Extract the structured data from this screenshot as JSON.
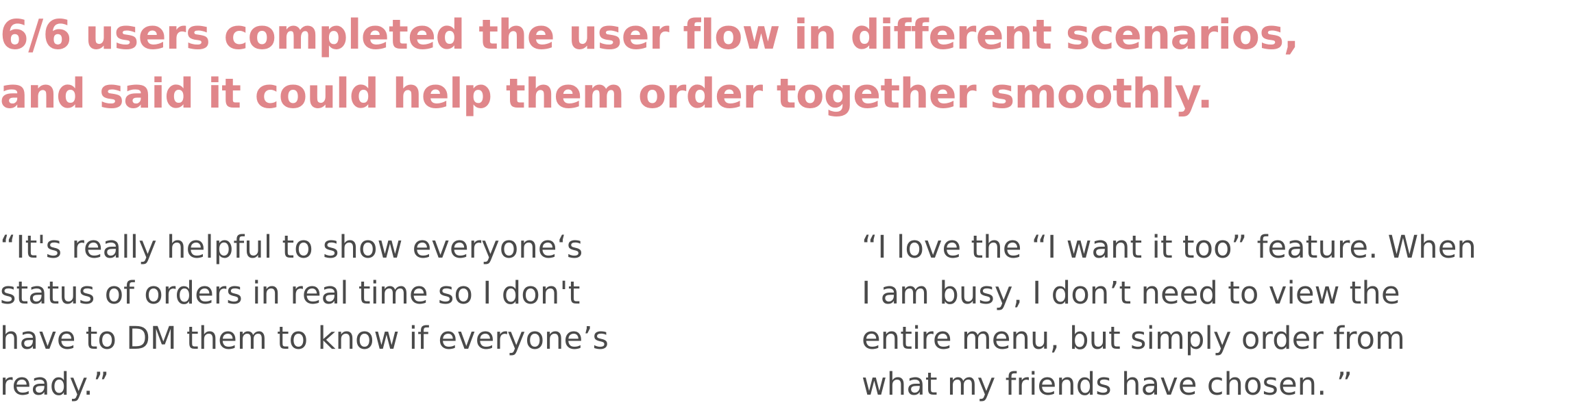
{
  "headline": {
    "lines": [
      "6/6 users completed the user flow in different scenarios,",
      "and said it could help them order together smoothly."
    ],
    "color": "#e0868a"
  },
  "quotes": [
    {
      "lines": [
        "“It's really helpful to show everyone‘s",
        "status of orders in real time so I don't",
        "have to DM them to know if everyone’s",
        "ready.”"
      ]
    },
    {
      "lines": [
        "“I love the “I want it too” feature. When",
        "I am busy, I don’t need to view the",
        "entire menu, but simply order from",
        "what my friends have chosen. ”"
      ]
    }
  ],
  "text_color": "#4a4a4a"
}
